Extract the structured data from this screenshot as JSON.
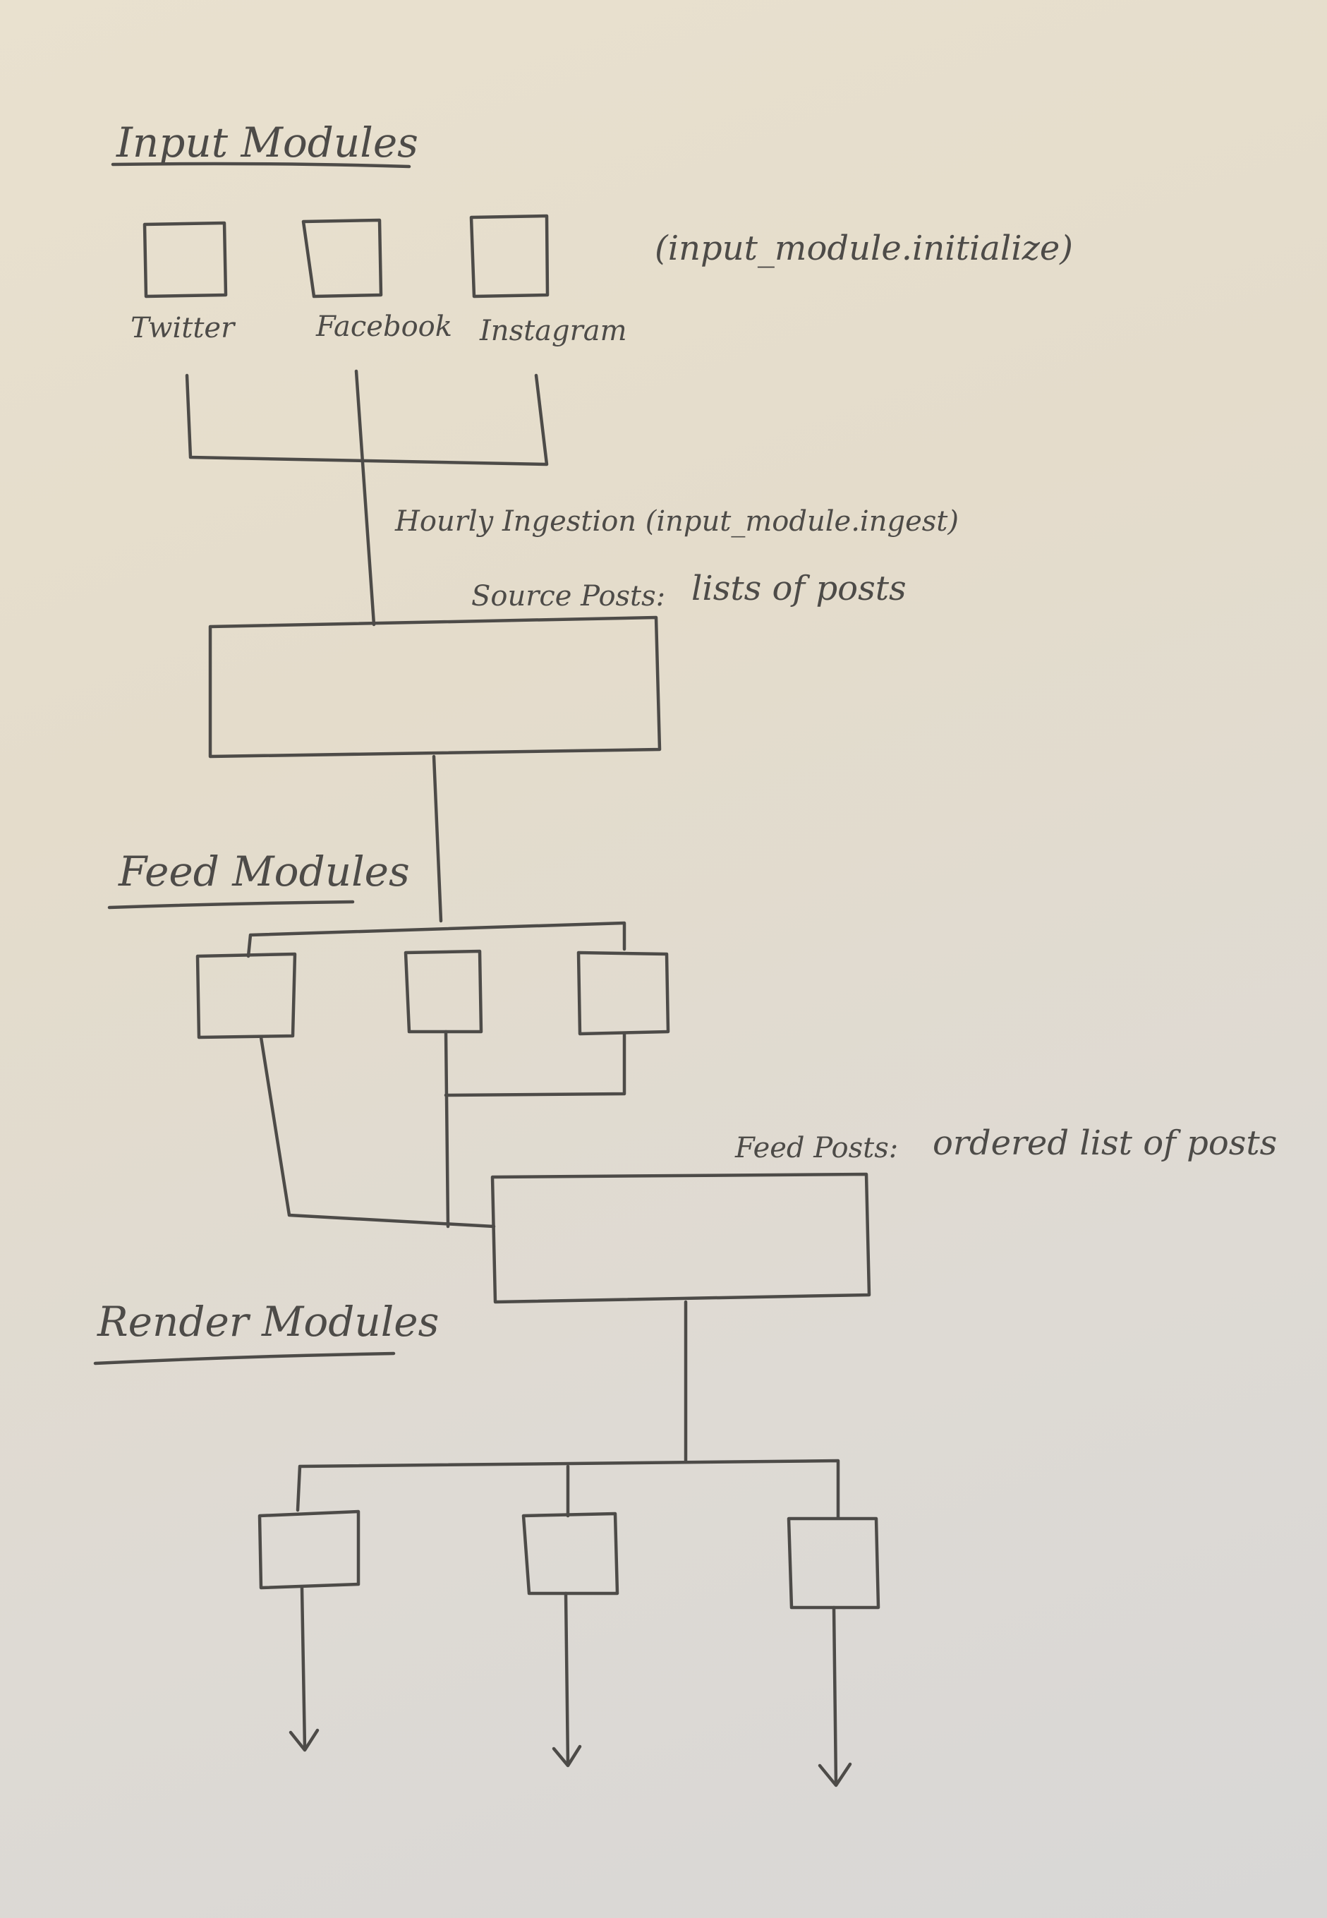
{
  "sections": {
    "input": {
      "heading": "Input Modules",
      "note": "(input_module.initialize)",
      "modules": [
        "Twitter",
        "Facebook",
        "Instagram"
      ]
    },
    "ingestion": {
      "label": "Hourly Ingestion (input_module.ingest)",
      "source_prefix": "Source Posts:",
      "source_desc": "lists of posts"
    },
    "feed": {
      "heading": "Feed Modules",
      "posts_prefix": "Feed Posts:",
      "posts_desc": "ordered list of posts"
    },
    "render": {
      "heading": "Render Modules"
    }
  }
}
